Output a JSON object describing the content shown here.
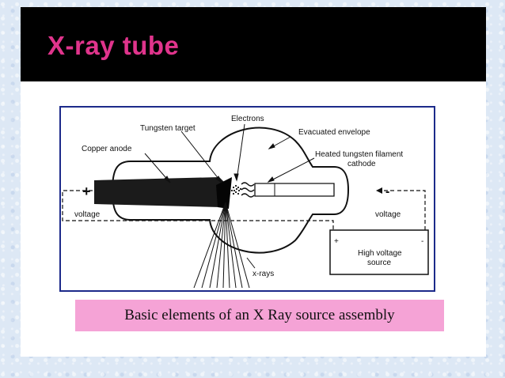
{
  "slide": {
    "title": "X-ray tube"
  },
  "diagram": {
    "labels": {
      "electrons": "Electrons",
      "tungsten_target": "Tungsten target",
      "evacuated_envelope": "Evacuated envelope",
      "copper_anode": "Copper anode",
      "heated_filament_line1": "Heated tungsten filament",
      "heated_filament_line2": "cathode",
      "plus_sign": "+",
      "minus_sign": "-",
      "voltage_left": "voltage",
      "voltage_right": "voltage",
      "source_plus": "+",
      "source_minus": "-",
      "hv_line1": "High voltage",
      "hv_line2": "source",
      "xrays": "x-rays"
    }
  },
  "caption": {
    "text": "Basic elements of an X Ray source assembly"
  },
  "colors": {
    "title_text": "#e0348c",
    "title_bar": "#000000",
    "figure_border": "#1c2a8a",
    "caption_background": "#f5a3d6"
  }
}
